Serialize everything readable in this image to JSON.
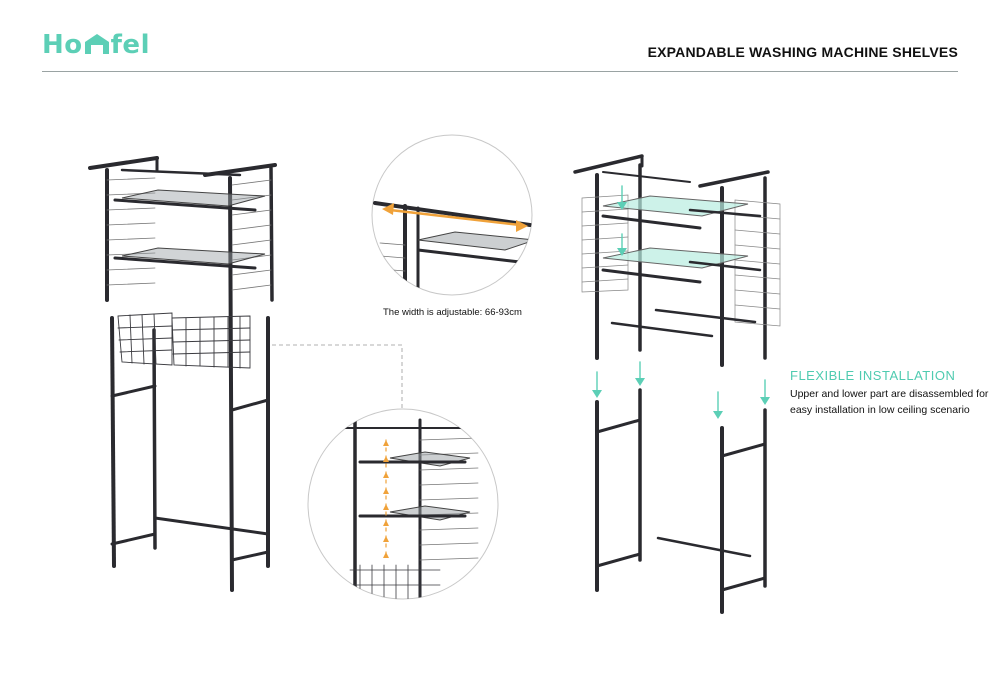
{
  "brand": {
    "name_part1": "Ho",
    "name_part2": "fel"
  },
  "header": {
    "title": "EXPANDABLE WASHING MACHINE SHELVES"
  },
  "detail": {
    "width_caption": "The width is adjustable: 66-93cm"
  },
  "installation": {
    "title": "FLEXIBLE INSTALLATION",
    "description": "Upper and lower part are disassembled for easy installation in low ceiling scenario"
  },
  "colors": {
    "brand": "#5ccfb6",
    "arrow_orange": "#f0a23a",
    "frame": "#2a2a2f"
  }
}
